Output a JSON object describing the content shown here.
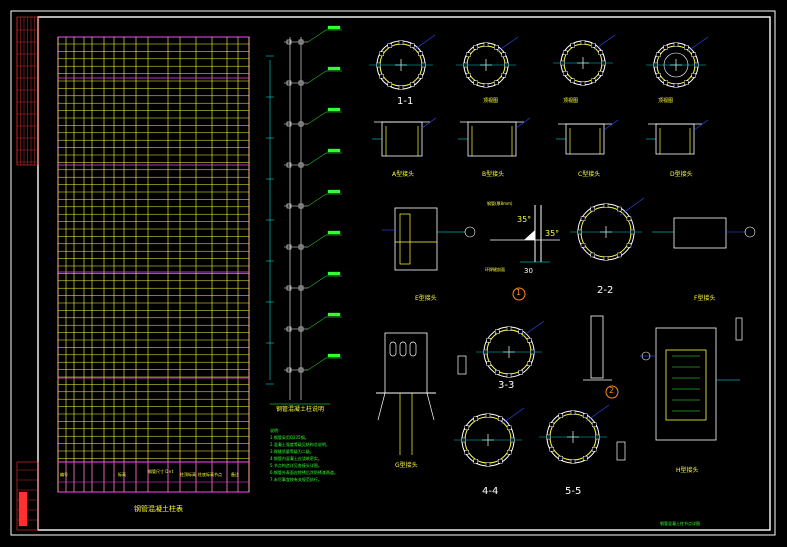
{
  "colors": {
    "background": "#000000",
    "frame": "#ffffff",
    "table_border": "#ff40ff",
    "table_grid": "#ffff3c",
    "dimension": "#00ffff",
    "annotation": "#33ff33",
    "leader": "#2a4bff",
    "marker": "#ff3030",
    "callout": "#ff8c1a"
  },
  "table": {
    "title": "钢管混凝土柱表",
    "headers": [
      "编号",
      "标高",
      "钢管尺寸 D×t",
      "柱顶标高",
      "柱底标高",
      "节点",
      "备注"
    ]
  },
  "details": {
    "sec_1_1": "1-1",
    "plan_a": "顶视图",
    "plan_b": "顶视图",
    "plan_c": "顶视图",
    "joint_a": "A型接头",
    "joint_b": "B型接头",
    "joint_c": "C型接头",
    "joint_d": "D型接头",
    "joint_e": "E型接头",
    "joint_f": "F型接头",
    "joint_g": "G型接头",
    "joint_h": "H型接头",
    "sec_2_2": "2-2",
    "sec_3_3": "3-3",
    "sec_4_4": "4-4",
    "sec_5_5": "5-5",
    "weld_note": "钢管(厚8mm)",
    "angle_1": "35°",
    "angle_2": "35°",
    "dim_30": "30",
    "callout_1": "1",
    "callout_2": "2",
    "note_weld": "环焊缝剖面"
  },
  "notes": {
    "title": "钢管混凝土柱说明",
    "lines": [
      "说明：",
      "1.钢管采用Q235钢。",
      "2.混凝土强度等级见结构总说明。",
      "3.焊缝质量等级为二级。",
      "4.钢管内混凝土应浇筑密实。",
      "5.节点构造详见各接头详图。",
      "6.钢管外表面应除锈后涂防锈漆两道。",
      "7.未尽事宜按有关规范执行。"
    ]
  },
  "footer": "钢管混凝土柱节点详图"
}
